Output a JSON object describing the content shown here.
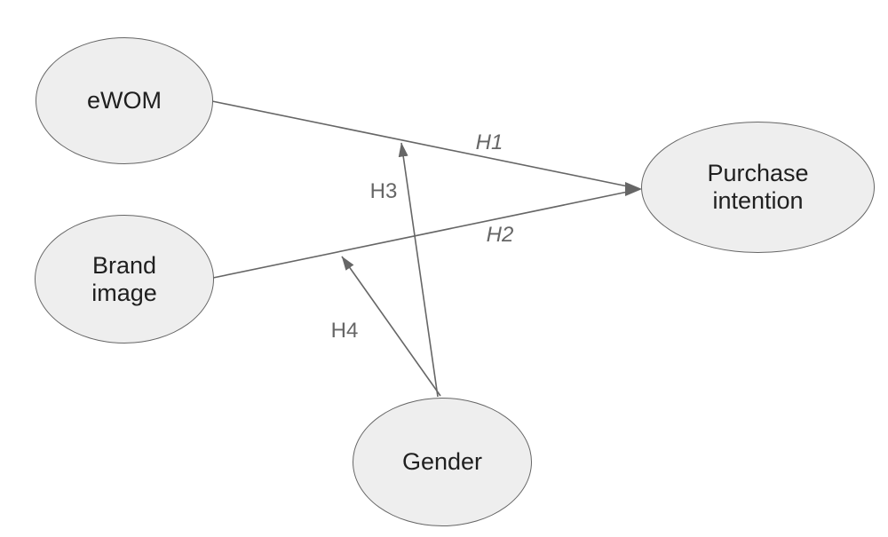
{
  "diagram": {
    "type": "conceptual-path-model",
    "colors": {
      "background": "#ffffff",
      "node_fill": "#eeeeee",
      "stroke": "#666666",
      "node_text": "#1f1f1f",
      "edge_label": "#666666"
    },
    "nodes": [
      {
        "id": "ewom",
        "label": "eWOM"
      },
      {
        "id": "brand-image",
        "label": "Brand image"
      },
      {
        "id": "gender",
        "label": "Gender"
      },
      {
        "id": "purchase-intention",
        "label": "Purchase intention"
      }
    ],
    "edges": [
      {
        "id": "h1",
        "label": "H1",
        "from": "ewom",
        "to": "purchase-intention",
        "style": "italic"
      },
      {
        "id": "h2",
        "label": "H2",
        "from": "brand-image",
        "to": "purchase-intention",
        "style": "italic"
      },
      {
        "id": "h3",
        "label": "H3",
        "from": "gender",
        "to": "edge-h1",
        "style": "normal"
      },
      {
        "id": "h4",
        "label": "H4",
        "from": "gender",
        "to": "edge-h2",
        "style": "normal"
      }
    ]
  }
}
